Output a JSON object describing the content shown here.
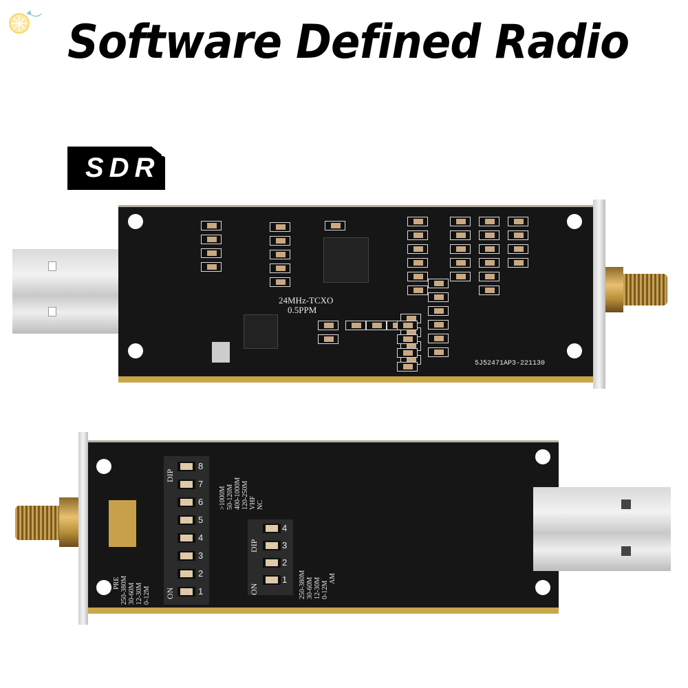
{
  "header": {
    "title": "Software Defined Radio",
    "badge": "SDR"
  },
  "colors": {
    "pcb": "#161616",
    "gold_edge": "#c9a64a",
    "silk": "#e8e8e8"
  },
  "top_board": {
    "crystal_label": "24MHz-TCXO",
    "crystal_ppm": "0.5PPM",
    "serial": "5J52471AP3-221130"
  },
  "bottom_board": {
    "dip8": {
      "label": "DIP",
      "on": "ON",
      "numbers": [
        "1",
        "2",
        "3",
        "4",
        "5",
        "6",
        "7",
        "8"
      ]
    },
    "dip4": {
      "label": "DIP",
      "on": "ON",
      "numbers": [
        "1",
        "2",
        "3",
        "4"
      ]
    },
    "vhf_labels": [
      ">1000M",
      "50-120M",
      "400-1000M",
      "120-250M",
      "VHF",
      "NC"
    ],
    "pre_labels": [
      "PRE",
      "250-380M",
      "30-60M",
      "12-30M",
      "0-12M"
    ],
    "am_labels": [
      "250-380M",
      "30-60M",
      "12-30M",
      "0-12M",
      "AM"
    ]
  }
}
